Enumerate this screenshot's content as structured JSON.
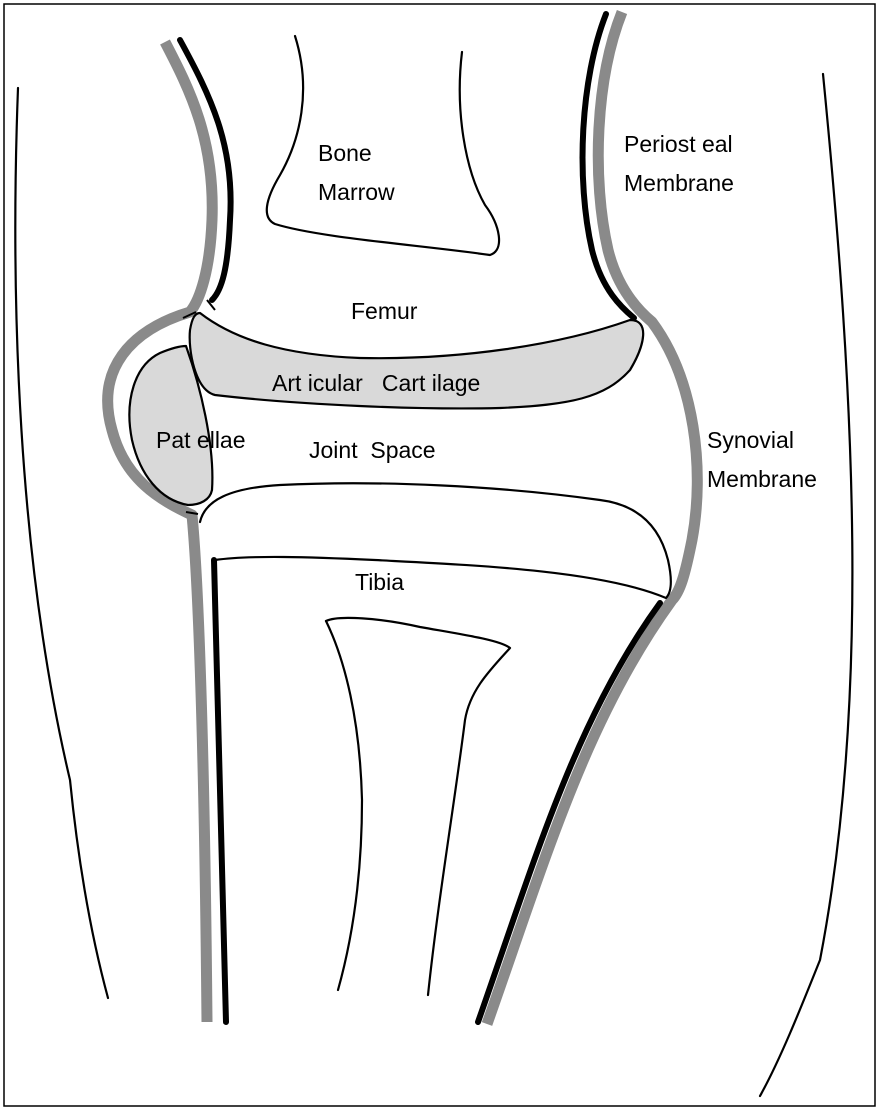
{
  "colors": {
    "cartilage_fill": "#d9d9d9",
    "synovial_stroke": "#8a8a8a",
    "periosteal_stroke": "#000000",
    "line": "#000000",
    "background": "#ffffff"
  },
  "labels": {
    "bone_marrow_line1": "Bone",
    "bone_marrow_line2": "Marrow",
    "periosteal_line1": "Periost eal",
    "periosteal_line2": "Membrane",
    "femur": "Femur",
    "articular_cartilage": "Art icular   Cart ilage",
    "patellae": "Pat ellae",
    "joint_space": "Joint  Space",
    "synovial_line1": "Synovial",
    "synovial_line2": "Membrane",
    "tibia": "Tibia"
  }
}
